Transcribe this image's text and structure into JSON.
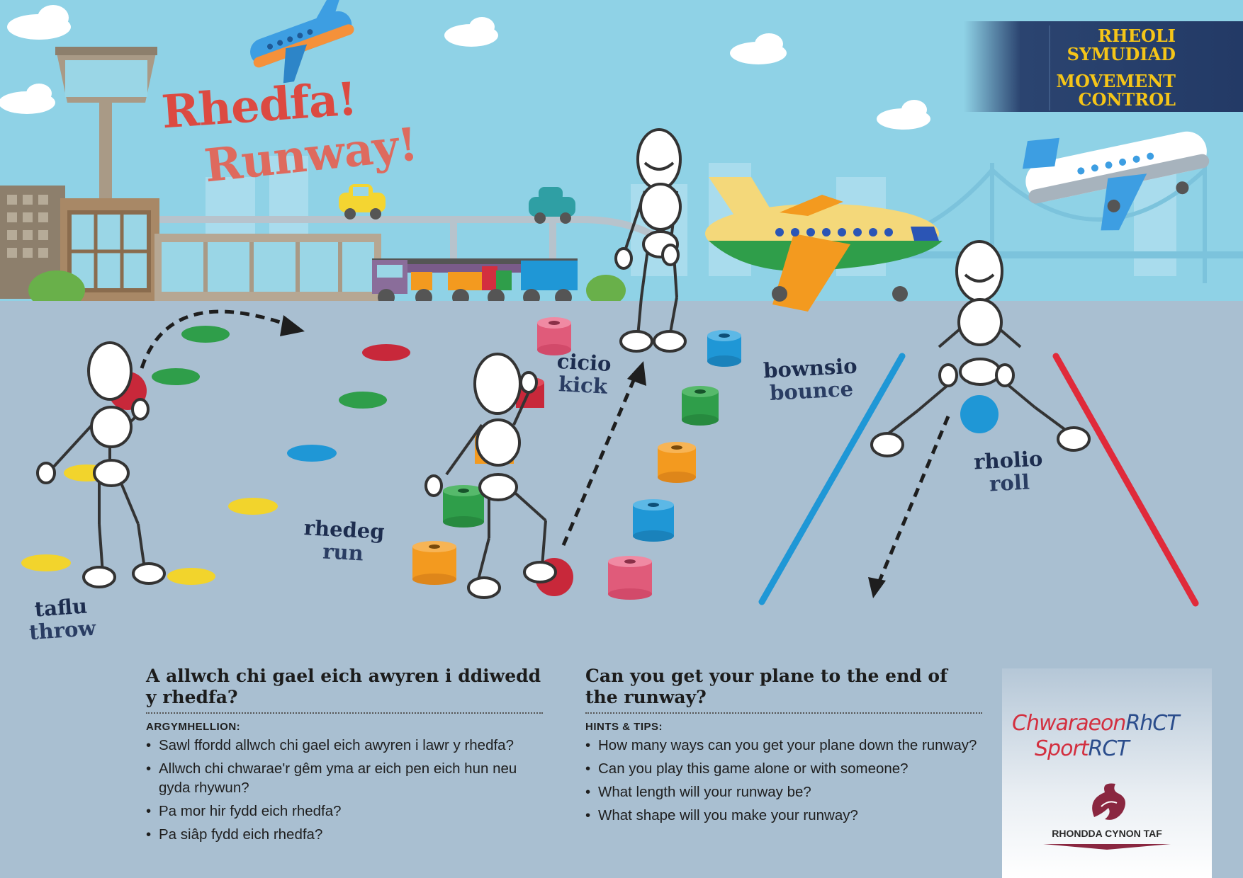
{
  "badge": {
    "cy_line1": "RHEOLI",
    "cy_line2": "SYMUDIAD",
    "en_line1": "MOVEMENT",
    "en_line2": "CONTROL"
  },
  "title": {
    "cy": "Rhedfa!",
    "en": "Runway!"
  },
  "activities": [
    {
      "cy": "taflu",
      "en": "throw"
    },
    {
      "cy": "rhedeg",
      "en": "run"
    },
    {
      "cy": "cicio",
      "en": "kick"
    },
    {
      "cy": "bownsio",
      "en": "bounce"
    },
    {
      "cy": "rholio",
      "en": "roll"
    }
  ],
  "welsh": {
    "question": "A allwch chi gael eich awyren i ddiwedd y rhedfa?",
    "hints_label": "ARGYMHELLION:",
    "hints": [
      "Sawl ffordd allwch chi gael eich awyren i lawr y rhedfa?",
      "Allwch chi chwarae'r gêm yma ar eich pen eich hun neu gyda rhywun?",
      "Pa mor hir fydd eich rhedfa?",
      "Pa siâp fydd eich rhedfa?"
    ]
  },
  "english": {
    "question": "Can you get your plane to the end of the runway?",
    "hints_label": "HINTS & TIPS:",
    "hints": [
      "How many ways can you get your plane down the runway?",
      "Can you play this game alone or with someone?",
      "What length will your runway be?",
      "What shape will you make your runway?"
    ]
  },
  "logo": {
    "line1_a": "Chwaraeon",
    "line1_b": "RhCT",
    "line2_a": "Sport",
    "line2_b": "RCT",
    "council": "RHONDDA CYNON TAF"
  },
  "colors": {
    "sky": "#8fd2e6",
    "ground": "#a9bfd1",
    "badge": "#233a66",
    "badge_text": "#f5c518",
    "title": "#dc4a41",
    "red": "#c8283a",
    "blue": "#1f97d6",
    "green": "#2f9e4a",
    "yellow": "#f2d42c",
    "orange": "#f39a1f",
    "pink": "#e05b7a"
  }
}
